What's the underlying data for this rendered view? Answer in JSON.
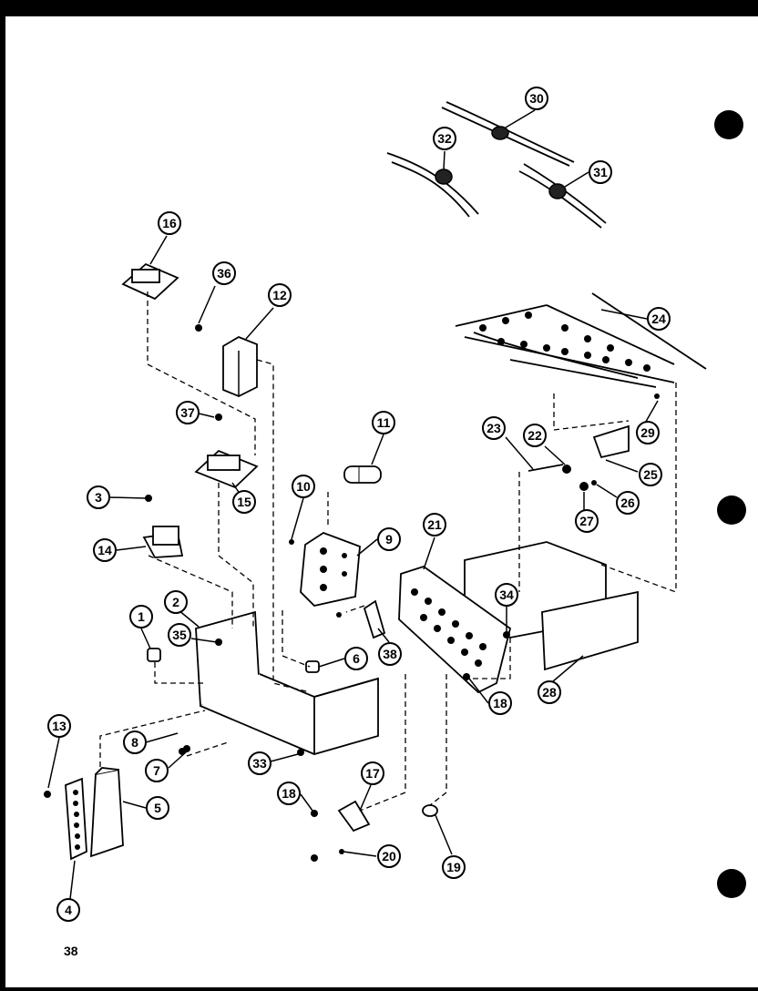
{
  "page_number": "38",
  "callouts": [
    "1",
    "2",
    "3",
    "4",
    "5",
    "6",
    "7",
    "8",
    "9",
    "10",
    "11",
    "12",
    "13",
    "14",
    "15",
    "16",
    "17",
    "18",
    "18",
    "19",
    "20",
    "21",
    "22",
    "23",
    "24",
    "25",
    "26",
    "27",
    "28",
    "29",
    "30",
    "31",
    "32",
    "33",
    "34",
    "35",
    "36",
    "37",
    "38"
  ]
}
